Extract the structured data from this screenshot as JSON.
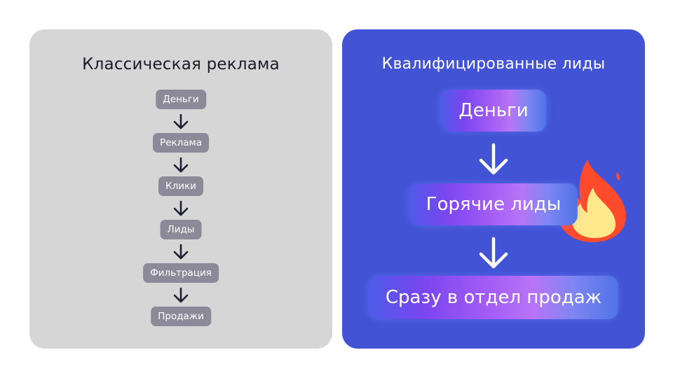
{
  "left_panel": {
    "title": "Классическая реклама",
    "steps": [
      "Деньги",
      "Реклама",
      "Клики",
      "Лиды",
      "Фильтрация",
      "Продажи"
    ]
  },
  "right_panel": {
    "title": "Квалифицированные лиды",
    "steps": [
      "Деньги",
      "Горячие лиды",
      "Сразу в отдел продаж"
    ]
  },
  "icons": [
    "arrow-down-icon",
    "flame-icon"
  ],
  "colors": {
    "left_bg": "#d6d6d6",
    "right_bg": "#4253d6",
    "pill_gray": "#8c8a99",
    "arrow_dark": "#1e1e33",
    "arrow_light": "#ffffff",
    "flame_outer": "#ff4b2b",
    "flame_inner": "#ffe88c"
  }
}
